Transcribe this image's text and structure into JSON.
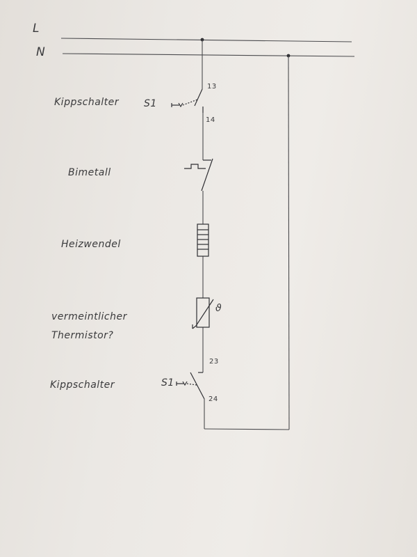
{
  "rails": {
    "phase": "L",
    "neutral": "N"
  },
  "components": {
    "switch_top": {
      "label": "Kippschalter",
      "id": "S1",
      "terminal_in": "13",
      "terminal_out": "14"
    },
    "bimetal": {
      "label": "Bimetall"
    },
    "heater": {
      "label": "Heizwendel"
    },
    "thermistor": {
      "label_line1": "vermeintlicher",
      "label_line2": "Thermistor?",
      "type": "ϑ"
    },
    "switch_bottom": {
      "label": "Kippschalter",
      "id": "S1",
      "terminal_in": "23",
      "terminal_out": "24"
    }
  }
}
